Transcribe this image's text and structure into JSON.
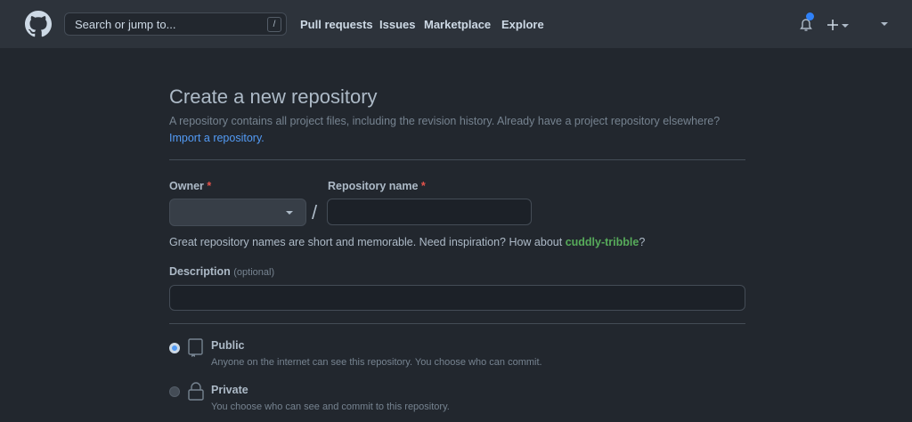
{
  "header": {
    "search_placeholder": "Search or jump to...",
    "search_shortcut": "/",
    "nav": [
      "Pull requests",
      "Issues",
      "Marketplace",
      "Explore"
    ],
    "notification_dot_color": "#2f81f7"
  },
  "page": {
    "title": "Create a new repository",
    "subtitle": "A repository contains all project files, including the revision history. Already have a project repository elsewhere?",
    "import_link": "Import a repository.",
    "owner_label": "Owner",
    "repo_name_label": "Repository name",
    "required_mark": "*",
    "separator": "/",
    "owner_value": "",
    "repo_name_value": "",
    "hint_prefix": "Great repository names are short and memorable. Need inspiration? How about",
    "suggestion": "cuddly-tribble",
    "hint_suffix": "?",
    "description_label": "Description",
    "description_optional": "(optional)",
    "description_value": "",
    "visibility": [
      {
        "label": "Public",
        "desc": "Anyone on the internet can see this repository. You choose who can commit.",
        "icon": "repo-icon",
        "selected": true
      },
      {
        "label": "Private",
        "desc": "You choose who can see and commit to this repository.",
        "icon": "lock-icon",
        "selected": false
      }
    ]
  }
}
